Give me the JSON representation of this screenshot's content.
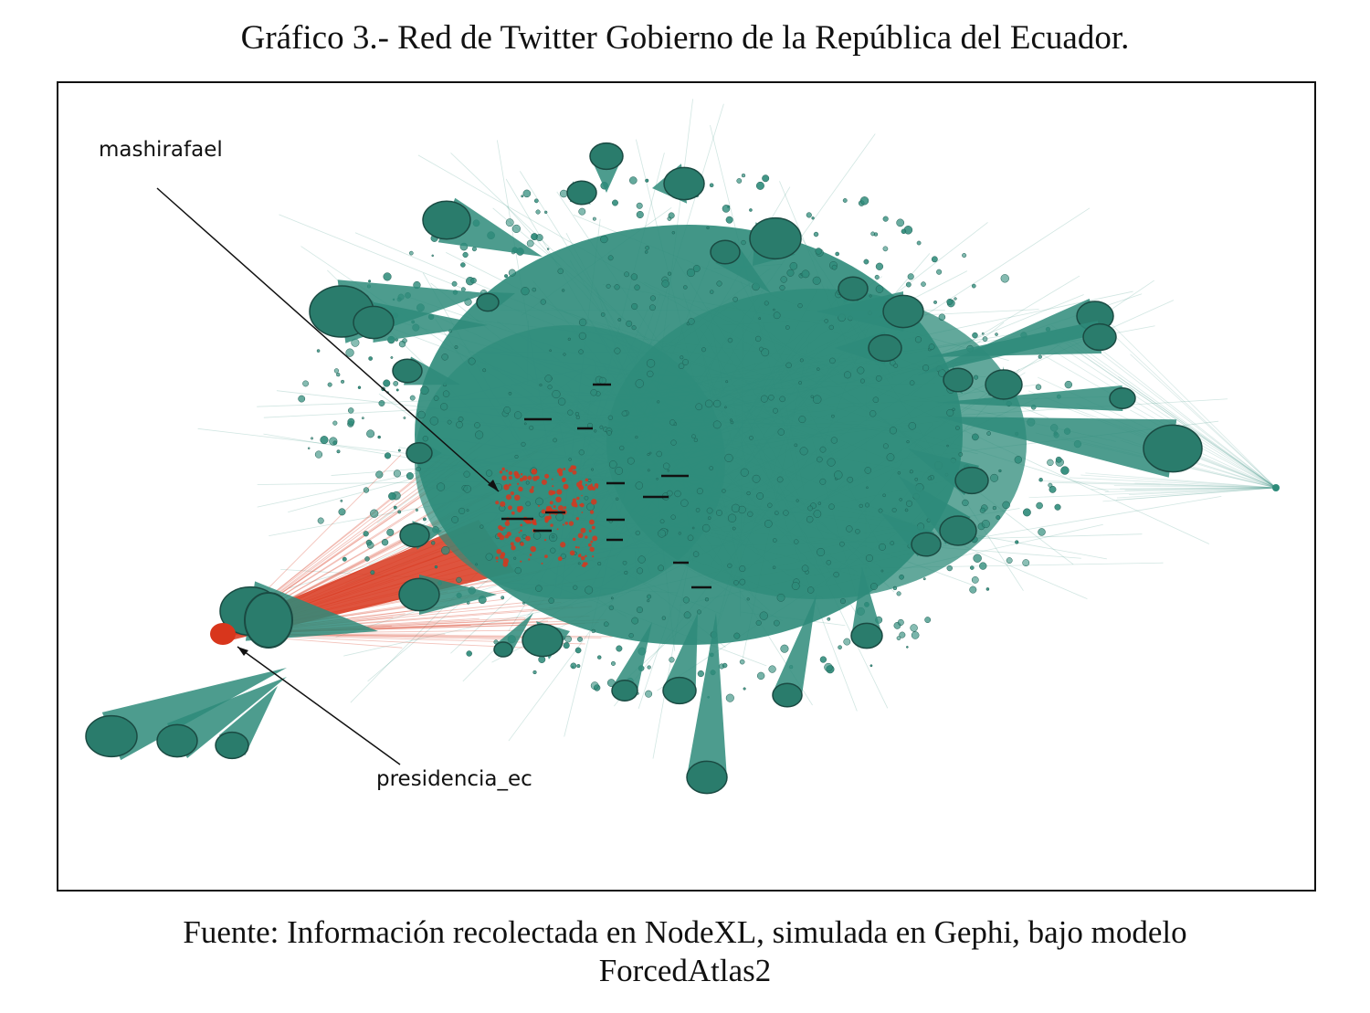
{
  "title": "Gráfico 3.- Red de Twitter Gobierno de la República del Ecuador.",
  "labels": {
    "mashirafael": "mashirafael",
    "presidencia": "presidencia_ec"
  },
  "source": {
    "line1": "Fuente: Información recolectada en NodeXL, simulada en Gephi, bajo modelo",
    "line2": "ForcedAtlas2"
  },
  "colors": {
    "network": "#2e8b7a",
    "highlight": "#d8361c",
    "frame": "#111111"
  }
}
